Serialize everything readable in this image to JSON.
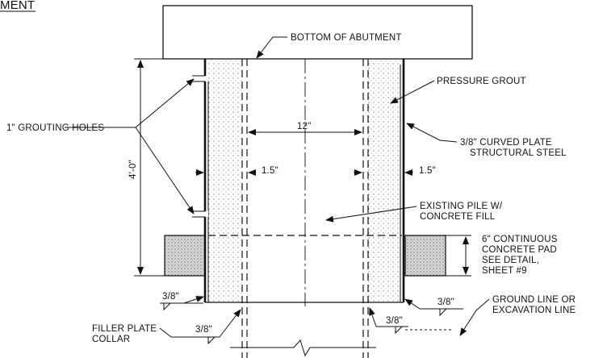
{
  "title_fragment": "MENT",
  "labels": {
    "bottom_of_abutment": "BOTTOM OF ABUTMENT",
    "pressure_grout": "PRESSURE GROUT",
    "grouting_holes": "1\" GROUTING HOLES",
    "curved_plate_1": "3/8\" CURVED PLATE",
    "curved_plate_2": "STRUCTURAL STEEL",
    "height_dim": "4'-0\"",
    "width_dim": "12\"",
    "left_offset": "1.5\"",
    "right_offset": "1.5\"",
    "existing_pile_1": "EXISTING PILE W/",
    "existing_pile_2": "CONCRETE FILL",
    "pad_1": "6\" CONTINUOUS",
    "pad_2": "CONCRETE PAD",
    "pad_3": "SEE DETAIL,",
    "pad_4": "SHEET #9",
    "ground_1": "GROUND LINE OR",
    "ground_2": "EXCAVATION LINE",
    "weld_left": "3/8\"",
    "weld_right": "3/8\"",
    "weld_collar": "3/8\"",
    "weld_bottom_right": "3/8\"",
    "filler_1": "FILLER PLATE",
    "filler_2": "COLLAR"
  }
}
